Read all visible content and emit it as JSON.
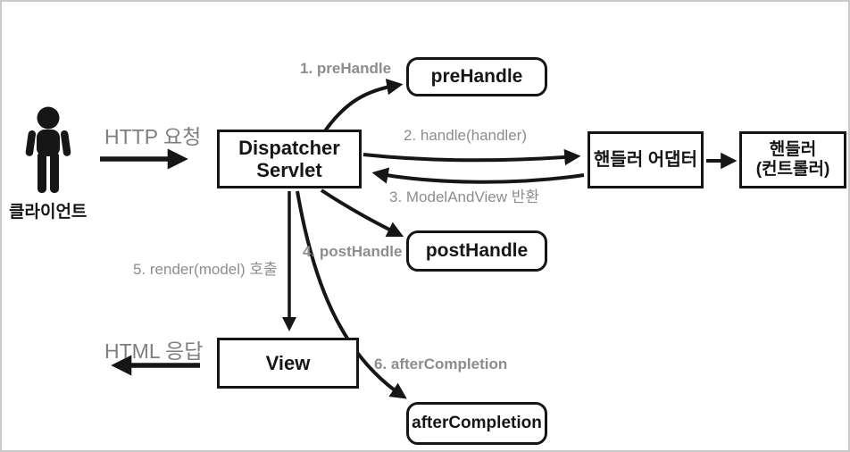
{
  "frame": {
    "background": "#ffffff",
    "border_color": "#c9c9c9"
  },
  "colors": {
    "ink": "#161616",
    "gray_label": "#8d8d8d",
    "box_bg": "#ffffff"
  },
  "client": {
    "label": "클라이언트"
  },
  "flows": {
    "http_request": "HTTP 요청",
    "html_response": "HTML 응답"
  },
  "nodes": {
    "dispatcher_servlet": {
      "line1": "Dispatcher",
      "line2": "Servlet"
    },
    "pre_handle": {
      "label": "preHandle"
    },
    "post_handle": {
      "label": "postHandle"
    },
    "after_completion": {
      "label": "afterCompletion"
    },
    "handler_adapter": {
      "label": "핸들러 어댑터"
    },
    "handler_controller": {
      "line1": "핸들러",
      "line2": "(컨트롤러)"
    },
    "view": {
      "label": "View"
    }
  },
  "steps": {
    "step1": "1. preHandle",
    "step2": "2. handle(handler)",
    "step3": "3. ModelAndView 반환",
    "step4": "4. postHandle",
    "step5": "5. render(model) 호출",
    "step6": "6. afterCompletion"
  },
  "icons": {
    "client_person": "standing-person-pictogram"
  }
}
